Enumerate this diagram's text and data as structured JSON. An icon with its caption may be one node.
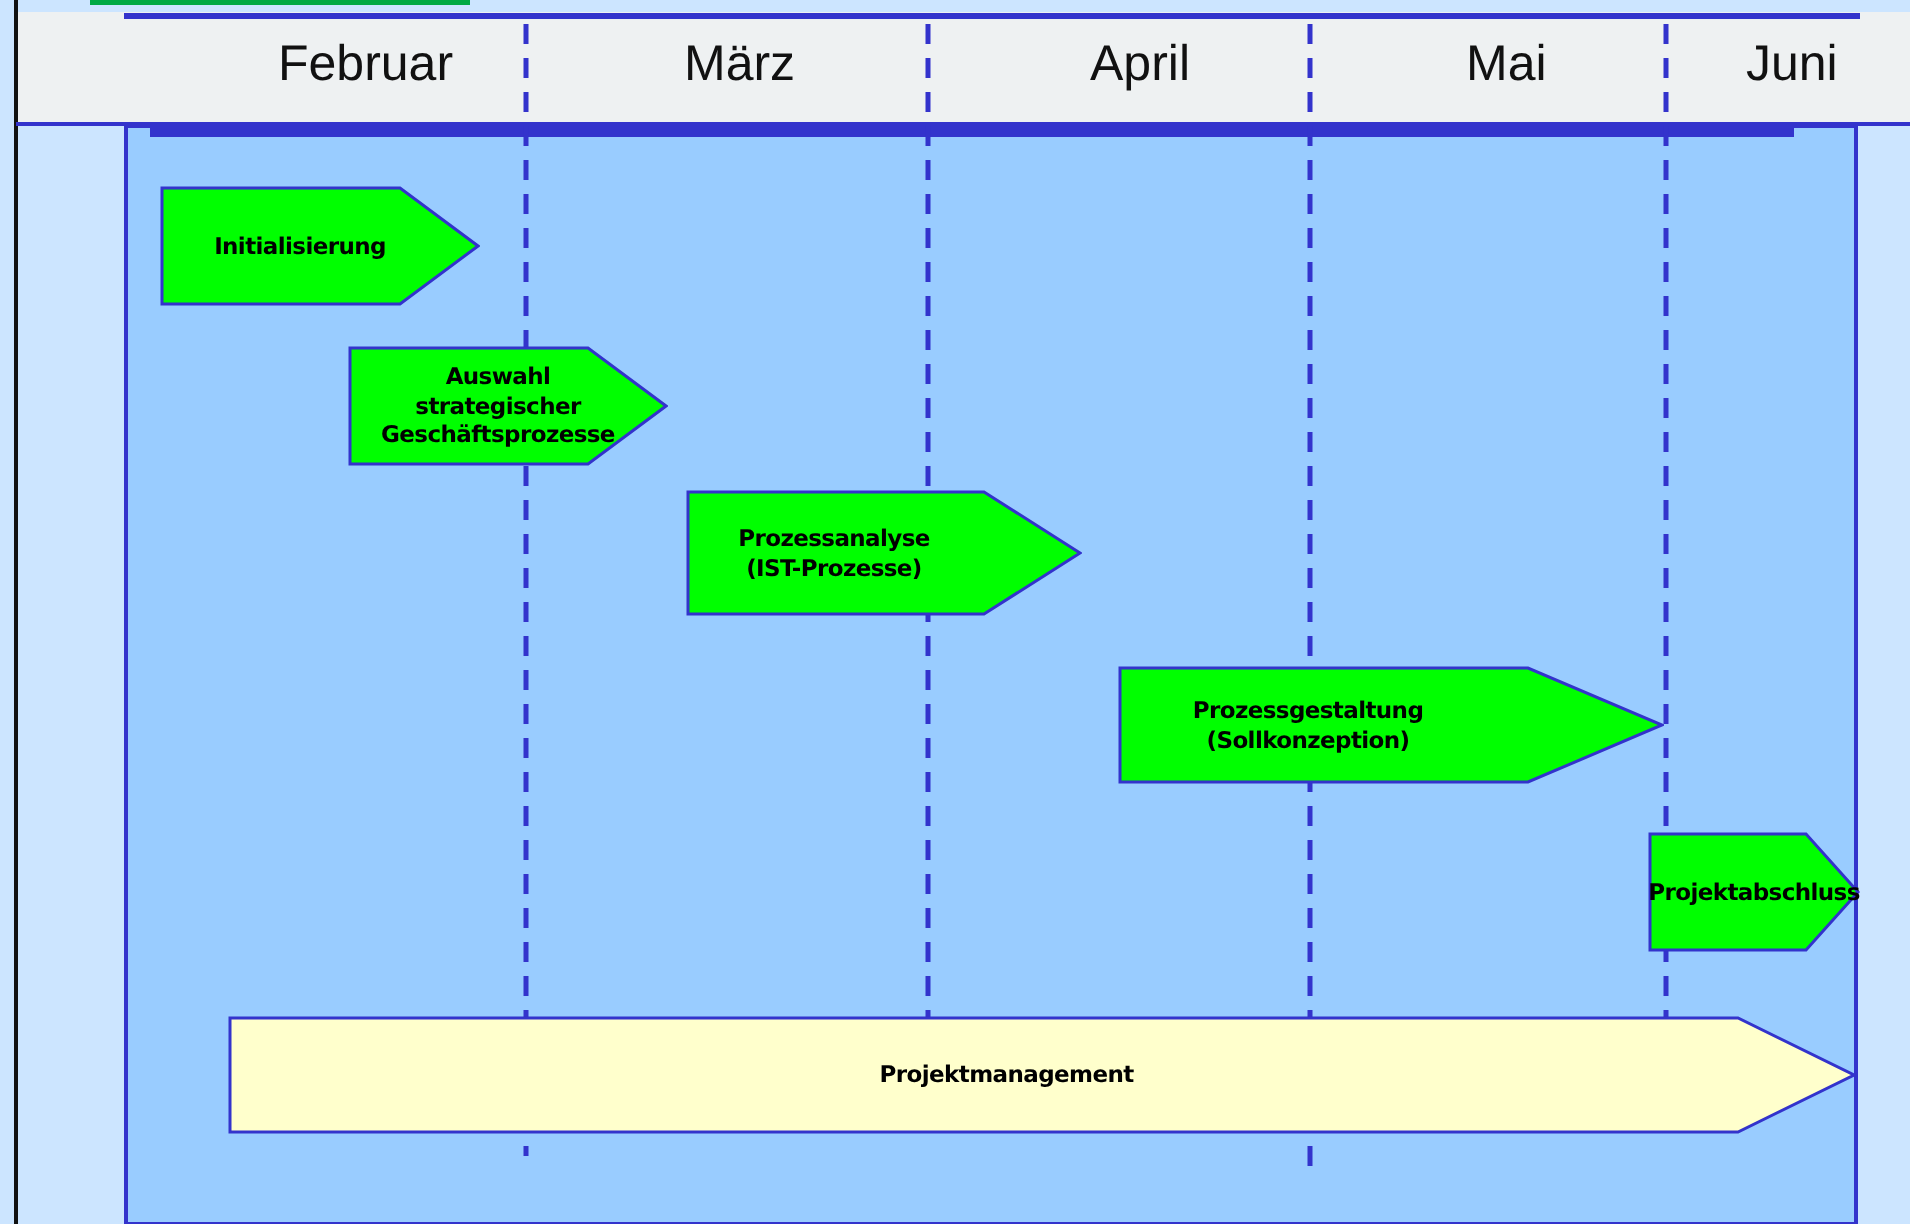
{
  "diagram": {
    "nodes": [
      {
        "text": [
          "Initialisierung"
        ]
      },
      {
        "text": [
          "Auswahl strategischer Geschäftsprozesse"
        ]
      },
      {
        "text": [
          "Prozessanalyse (IST-Prozesse)"
        ]
      },
      {
        "text": [
          "Prozessgestaltung (Sollkonzeption)"
        ]
      },
      {
        "text": [
          "Projektabschluss"
        ]
      },
      {
        "text": [
          "Projektmanagement"
        ]
      }
    ],
    "edges": [],
    "labels": [
      "Februar",
      "März",
      "April",
      "Mai",
      "Juni"
    ]
  }
}
